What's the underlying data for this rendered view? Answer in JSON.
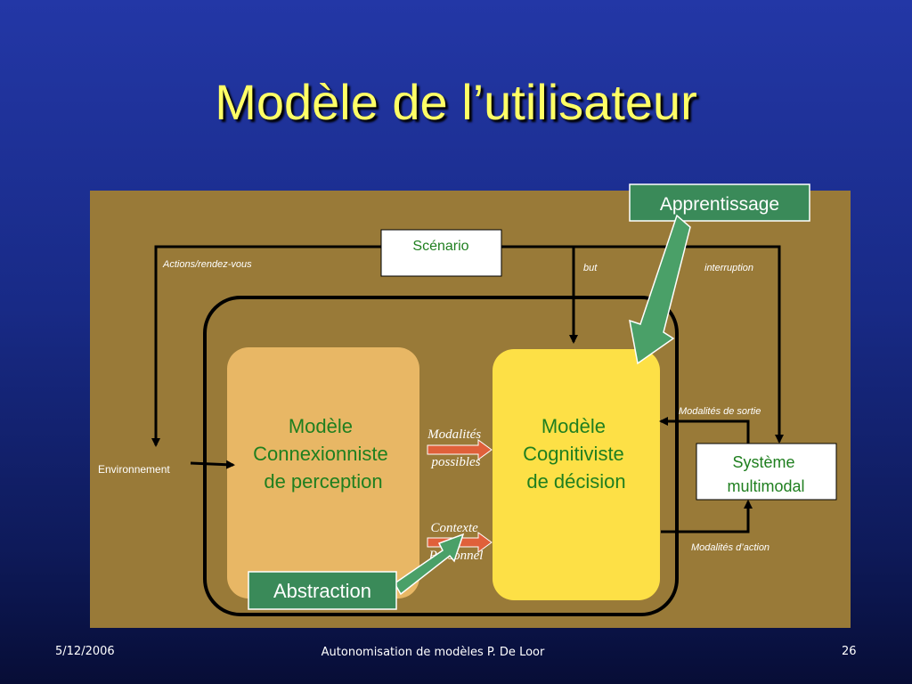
{
  "slide": {
    "title": "Modèle de l’utilisateur"
  },
  "diagram": {
    "apprentissage": "Apprentissage",
    "scenario": "Scénario",
    "actions_label": "Actions/rendez-vous",
    "but_label": "but",
    "interruption_label": "interruption",
    "connexionniste": [
      "Modèle",
      "Connexionniste",
      "de perception"
    ],
    "cognitiviste": [
      "Modèle",
      "Cognitiviste",
      "de décision"
    ],
    "modalites_possibles": [
      "Modalités",
      "possibles"
    ],
    "contexte_personnel": [
      "Contexte",
      "Personnel"
    ],
    "modalites_sortie": "Modalités de sortie",
    "systeme_multimodal": [
      "Système",
      "multimodal"
    ],
    "modalites_action": "Modalités d’action",
    "environnement": "Environnement",
    "abstraction": "Abstraction"
  },
  "footer": {
    "date": "5/12/2006",
    "center": "Autonomisation de modèles P. De Loor",
    "page": "26"
  },
  "colors": {
    "title": "#ffff66",
    "panel": "#997a38",
    "connexionniste_box": "#e8b765",
    "cognitiviste_box": "#fde046",
    "green_box": "#3a8a59",
    "green_arrow": "#4aa068",
    "red_arrow": "#e0603a",
    "box_text": "#1f7f1f"
  }
}
